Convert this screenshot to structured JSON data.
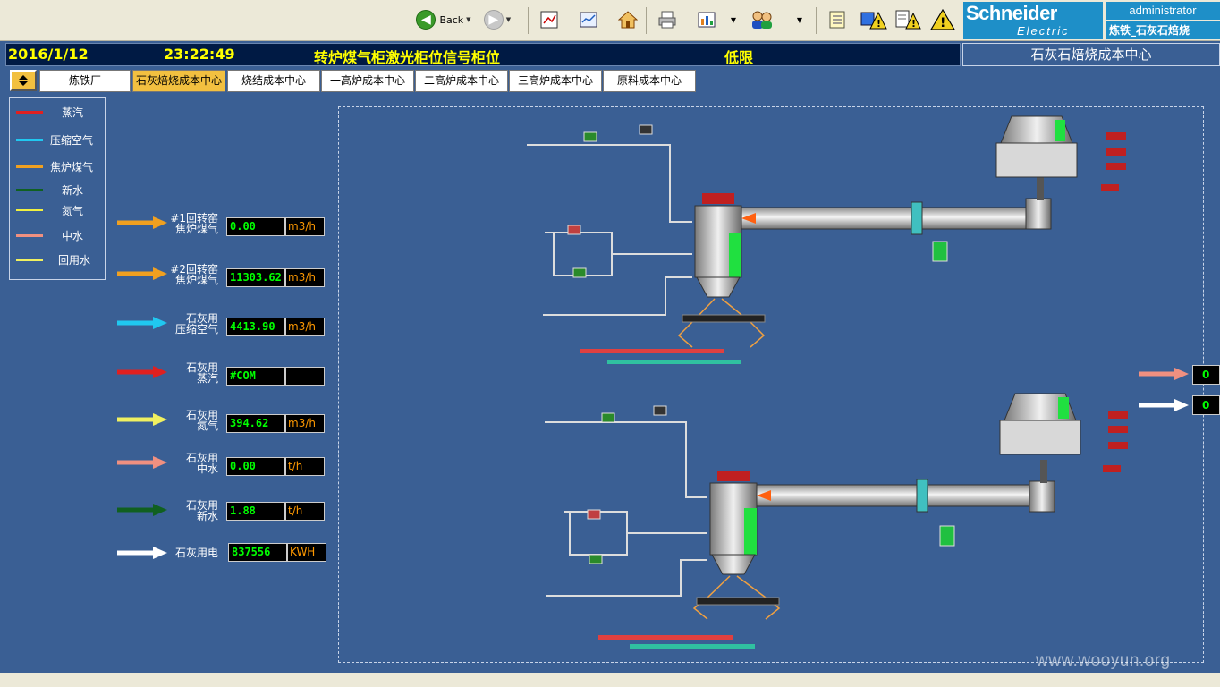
{
  "toolbar": {
    "back_label": "Back",
    "icons": [
      "edit-icon",
      "chart-icon",
      "home-icon",
      "print-icon",
      "report-icon",
      "users-icon",
      "notepad-icon",
      "alarm-icon",
      "document-alarm-icon",
      "warning-icon"
    ]
  },
  "brand": {
    "line1": "Schneider",
    "line2": "Electric",
    "color": "#1e8fc8"
  },
  "user": {
    "name": "administrator",
    "plant": "炼铁_石灰石焙烧"
  },
  "status": {
    "date": "2016/1/12",
    "time": "23:22:49",
    "alarm_message": "转炉煤气柜激光柜位信号柜位",
    "alarm_level": "低限",
    "text_color": "#ffff00"
  },
  "center_title": "石灰石焙烧成本中心",
  "tabs": [
    "炼铁厂",
    "石灰焙烧成本中心",
    "烧结成本中心",
    "一高炉成本中心",
    "二高炉成本中心",
    "三高炉成本中心",
    "原料成本中心"
  ],
  "active_tab": "石灰焙烧成本中心",
  "legend": [
    {
      "label": "蒸汽",
      "color": "#e02020"
    },
    {
      "label": "压缩空气",
      "color": "#20c8f0"
    },
    {
      "label": "焦炉煤气",
      "color": "#f0a020"
    },
    {
      "label": "新水",
      "color": "#106020"
    },
    {
      "label": "氮气",
      "color": "#f0f040"
    },
    {
      "label": "中水",
      "color": "#f09080"
    },
    {
      "label": "回用水",
      "color": "#f0f060"
    }
  ],
  "measurements": [
    {
      "label_line1": "#1回转窑",
      "label_line2": "焦炉煤气",
      "value": "0.00",
      "unit": "m3/h",
      "color": "#f0a020"
    },
    {
      "label_line1": "#2回转窑",
      "label_line2": "焦炉煤气",
      "value": "11303.62",
      "unit": "m3/h",
      "color": "#f0a020"
    },
    {
      "label_line1": "石灰用",
      "label_line2": "压缩空气",
      "value": "4413.90",
      "unit": "m3/h",
      "color": "#20c8f0"
    },
    {
      "label_line1": "石灰用",
      "label_line2": "蒸汽",
      "value": "#COM",
      "unit": "",
      "color": "#e02020"
    },
    {
      "label_line1": "石灰用",
      "label_line2": "氮气",
      "value": "394.62",
      "unit": "m3/h",
      "color": "#f0f060"
    },
    {
      "label_line1": "石灰用",
      "label_line2": "中水",
      "value": "0.00",
      "unit": "t/h",
      "color": "#f09080"
    },
    {
      "label_line1": "石灰用",
      "label_line2": "新水",
      "value": "1.88",
      "unit": "t/h",
      "color": "#106020"
    },
    {
      "label_line1": "石灰用电",
      "label_line2": "",
      "value": "837556",
      "unit": "KWH",
      "color": "#ffffff"
    }
  ],
  "right_values": [
    {
      "value": "0",
      "color": "#f09080"
    },
    {
      "value": "0",
      "color": "#ffffff"
    }
  ],
  "watermark": "www.wooyun.org"
}
